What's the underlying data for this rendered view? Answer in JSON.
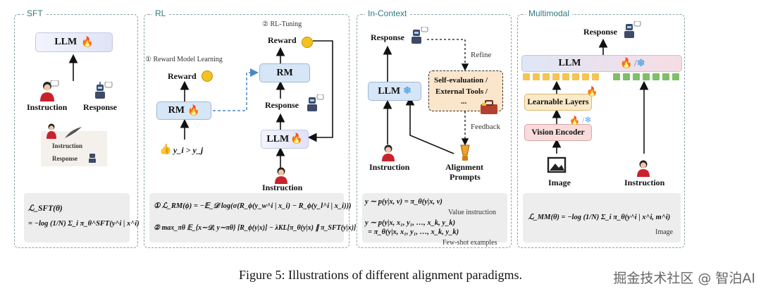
{
  "panels": {
    "sft": "SFT",
    "rl": "RL",
    "in_context": "In-Context",
    "multimodal": "Multimodal"
  },
  "sft": {
    "llm": "LLM",
    "instruction": "Instruction",
    "response": "Response",
    "card_instruction": "Instruction",
    "card_response": "Response",
    "formula_line1": "ℒ_SFT(θ)",
    "formula_line2": "= −log (1/N) Σ_i π_θ^SFT(y^i | x^i)"
  },
  "rl": {
    "step1": "① Reward Model Learning",
    "step2": "② RL-Tuning",
    "reward_left": "Reward",
    "rm_left": "RM",
    "pref": "y_i > y_j",
    "reward_right": "Reward",
    "rm_right": "RM",
    "response": "Response",
    "llm": "LLM",
    "instruction": "Instruction",
    "formula1": "① ℒ_RM(ϕ) = −𝔼_𝒟 log(σ(R_ϕ(y_w^i | x_i) − R_ϕ(y_l^i | x_i)))",
    "formula2": "② max_πθ 𝔼_{x∼𝒟, y∼πθ} [R_ϕ(y|x)] − λKL[π_θ(y|x) ∥ π_SFT(y|x)]"
  },
  "incontext": {
    "response": "Response",
    "refine": "Refine",
    "llm": "LLM",
    "self_eval_1": "Self-evaluation /",
    "self_eval_2": "External Tools /",
    "self_eval_3": "...",
    "feedback": "Feedback",
    "instruction": "Instruction",
    "alignment_1": "Alignment",
    "alignment_2": "Prompts",
    "formula1": "y ∼ p(y|x, v) = π_θ(y|x, v)",
    "note1": "Value instruction",
    "formula2": "y ∼ p(y|x, x₁, y₁, …, x_k, y_k)",
    "formula3": "= π_θ(y|x, x₁, y₁, …, x_k, y_k)",
    "note2": "Few-shot examples"
  },
  "multimodal": {
    "response": "Response",
    "llm": "LLM",
    "learnable": "Learnable Layers",
    "vision_encoder": "Vision Encoder",
    "image": "Image",
    "instruction": "Instruction",
    "formula": "ℒ_MM(θ) = −log (1/N) Σ_i π_θ(y^i | x^i, m^i)",
    "note": "Image"
  },
  "caption": "Figure 5: Illustrations of different alignment paradigms.",
  "watermark": "掘金技术社区 @ 智泊AI",
  "colors": {
    "border": "#8aa3a8",
    "title": "#2f7a80",
    "llm_fill": "#e6e9f7",
    "rm_fill": "#d6e6f6",
    "learnable_fill": "#fbeac8",
    "vision_fill": "#f8dcdc",
    "feedback_fill": "#fbe6cc",
    "dashed_blue": "#4a86c6"
  },
  "icons": [
    "fire-icon",
    "person-icon",
    "robot-icon",
    "medal-icon",
    "snowflake-icon",
    "thumbs-up-icon",
    "thumbs-down-icon",
    "toolbox-icon",
    "lamp-icon",
    "image-icon",
    "quill-icon"
  ]
}
